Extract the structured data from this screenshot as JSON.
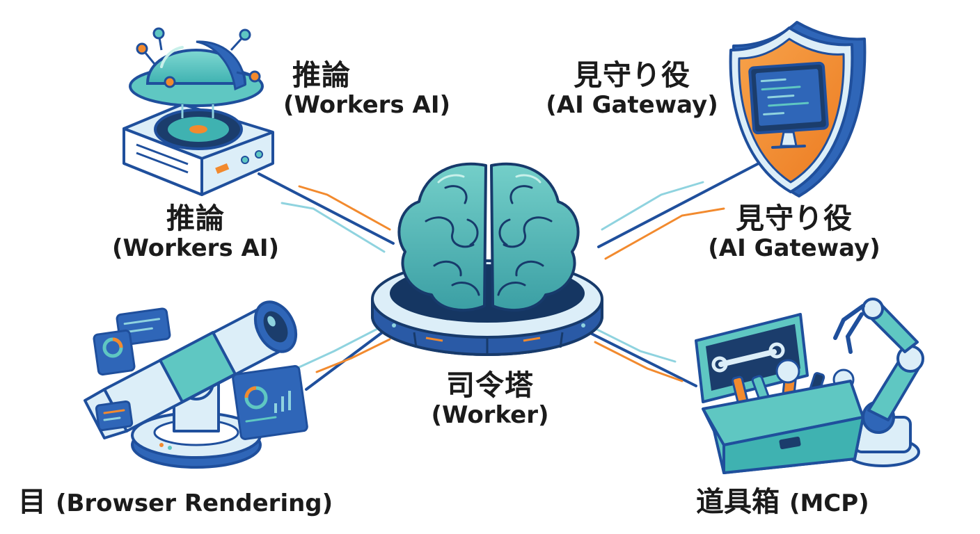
{
  "colors": {
    "outline": "#1f4f9c",
    "teal": "#5fc7c2",
    "teal_dark": "#3aa7a9",
    "orange": "#f28a2e",
    "light_blue": "#d6ecf7",
    "navy": "#173a6b"
  },
  "labels": {
    "inference_top": {
      "jp": "推論",
      "en": "(Workers AI)"
    },
    "inference_bottom": {
      "jp": "推論",
      "en": "(Workers AI)"
    },
    "guard_top": {
      "jp": "見守り役",
      "en": "(AI Gateway)"
    },
    "guard_bottom": {
      "jp": "見守り役",
      "en": "(AI Gateway)"
    },
    "center": {
      "jp": "司令塔",
      "en": "(Worker)"
    },
    "eye": {
      "jp": "目",
      "en": "(Browser Rendering)"
    },
    "toolbox": {
      "jp": "道具箱",
      "en": "(MCP)"
    }
  },
  "icons": {
    "center": "brain-icon",
    "inference": "ai-server-icon",
    "guard": "shield-monitor-icon",
    "eye": "telescope-icon",
    "toolbox": "toolbox-robot-arm-icon"
  }
}
